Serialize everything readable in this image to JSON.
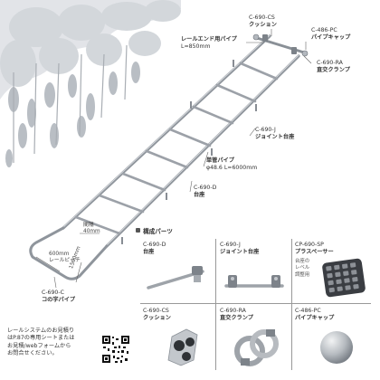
{
  "callouts": {
    "c690cs": {
      "code": "C-690-CS",
      "name": "クッション"
    },
    "rail_end": {
      "name": "レールエンド用パイプ",
      "spec": "L=850mm"
    },
    "c486pc": {
      "code": "C-486-PC",
      "name": "パイプキャップ"
    },
    "c690ra": {
      "code": "C-690-RA",
      "name": "直交クランプ"
    },
    "c690j": {
      "code": "C-690-J",
      "name": "ジョイント台座"
    },
    "single_pipe": {
      "name": "単管パイプ",
      "spec": "φ48.6  L=6000mm"
    },
    "c690d": {
      "code": "C-690-D",
      "name": "台座"
    },
    "c690c": {
      "code": "C-690-C",
      "name": "コの字パイプ"
    }
  },
  "dimensions": {
    "spacing": "間隔",
    "spacing_value": "40mm",
    "gauge": "600mm",
    "gauge_label": "レールピッチ",
    "length": "1500mm"
  },
  "parts_section": {
    "title": "構成パーツ",
    "items": [
      {
        "code": "C-690-D",
        "name": "台座"
      },
      {
        "code": "C-690-J",
        "name": "ジョイント台座"
      },
      {
        "code": "CP-690-SP",
        "name": "プラスペーサー",
        "note": "台座の\nレベル\n調整用"
      },
      {
        "code": "C-690-CS",
        "name": "クッション"
      },
      {
        "code": "C-690-RA",
        "name": "直交クランプ"
      },
      {
        "code": "C-486-PC",
        "name": "パイプキャップ"
      }
    ]
  },
  "footer_note": "レールシステムのお見積り\nはP.87の専用シートまたは\nお見積/webフォームから\nお問合せください。",
  "colors": {
    "pipe": "#9a9fa6",
    "pipe_dark": "#6d737a",
    "foliage": "#c9ced3",
    "divider": "#999999",
    "text": "#333333"
  }
}
